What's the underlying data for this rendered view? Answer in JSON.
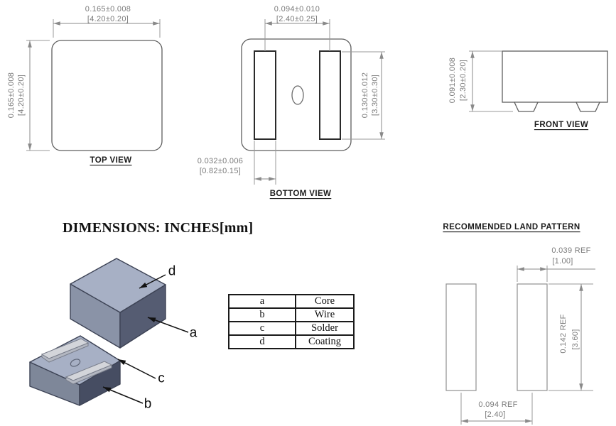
{
  "title": "DIMENSIONS: INCHES[mm]",
  "views": {
    "top": {
      "label": "TOP VIEW",
      "width_in": "0.165±0.008",
      "width_mm": "[4.20±0.20]",
      "height_in": "0.165±0.008",
      "height_mm": "[4.20±0.20]"
    },
    "bottom": {
      "label": "BOTTOM VIEW",
      "pad_spacing_in": "0.094±0.010",
      "pad_spacing_mm": "[2.40±0.25]",
      "pad_length_in": "0.130±0.012",
      "pad_length_mm": "[3.30±0.30]",
      "pad_width_in": "0.032±0.006",
      "pad_width_mm": "[0.82±0.15]"
    },
    "front": {
      "label": "FRONT VIEW",
      "height_in": "0.091±0.008",
      "height_mm": "[2.30±0.20]"
    },
    "land_pattern": {
      "label": "RECOMMENDED LAND PATTERN",
      "pad_width_in": "0.039 REF",
      "pad_width_mm": "[1.00]",
      "pad_length_in": "0.142 REF",
      "pad_length_mm": "[3.60]",
      "pad_pitch_in": "0.094 REF",
      "pad_pitch_mm": "[2.40]"
    }
  },
  "legend": {
    "rows": [
      {
        "key": "a",
        "value": "Core"
      },
      {
        "key": "b",
        "value": "Wire"
      },
      {
        "key": "c",
        "value": "Solder"
      },
      {
        "key": "d",
        "value": "Coating"
      }
    ]
  },
  "iso": {
    "labels": {
      "a": "a",
      "b": "b",
      "c": "c",
      "d": "d"
    }
  },
  "colors": {
    "dim_text": "#7b7b7b",
    "dim_line": "#8a8a8a",
    "part_outline": "#5f5f5f",
    "pad_outline": "#2a2a2a",
    "label_text": "#1b1b1b",
    "iso_top_face": "#a7b0c5",
    "iso_side_light": "#8a93a7",
    "iso_side_dark_upper": "#555c72",
    "iso_side_mid_lower": "#7e8799",
    "iso_side_dark_lower": "#464d62",
    "iso_solder_pad": "#d3d5da"
  }
}
